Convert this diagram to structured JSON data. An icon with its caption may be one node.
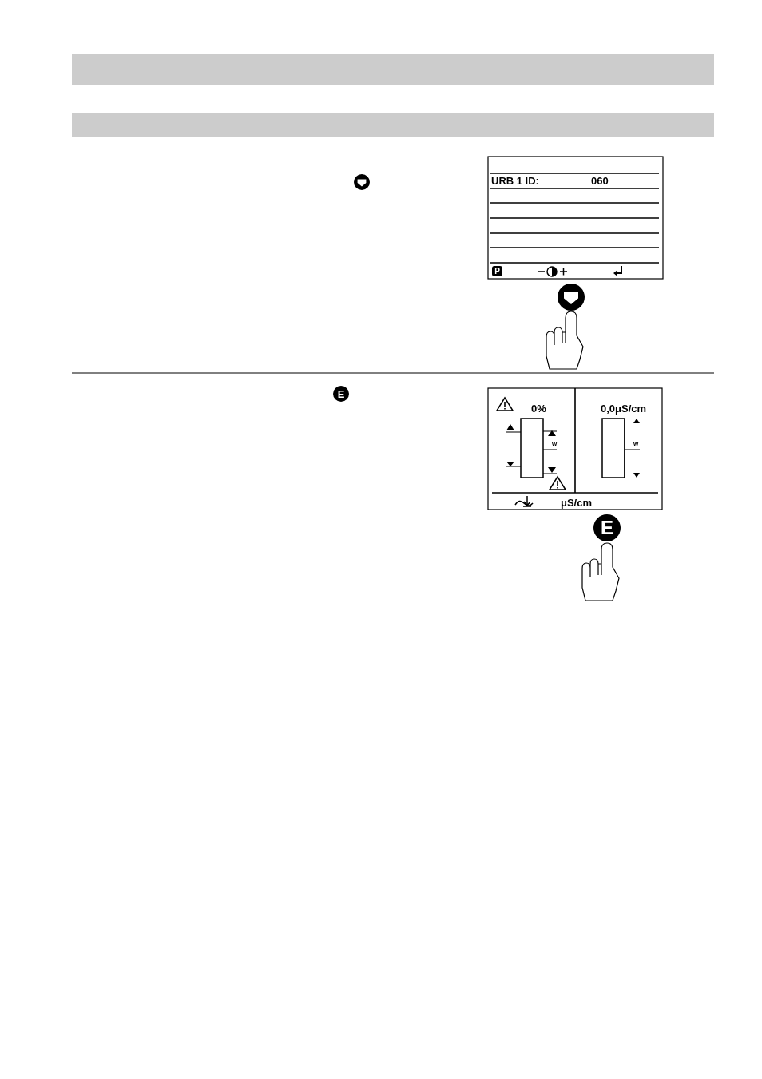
{
  "diagram": {
    "labels": [
      "URB 1 ID:",
      "060",
      "P",
      "E",
      "0%",
      "0,0μS/cm",
      "w",
      "w",
      "μS/cm",
      "E"
    ]
  }
}
